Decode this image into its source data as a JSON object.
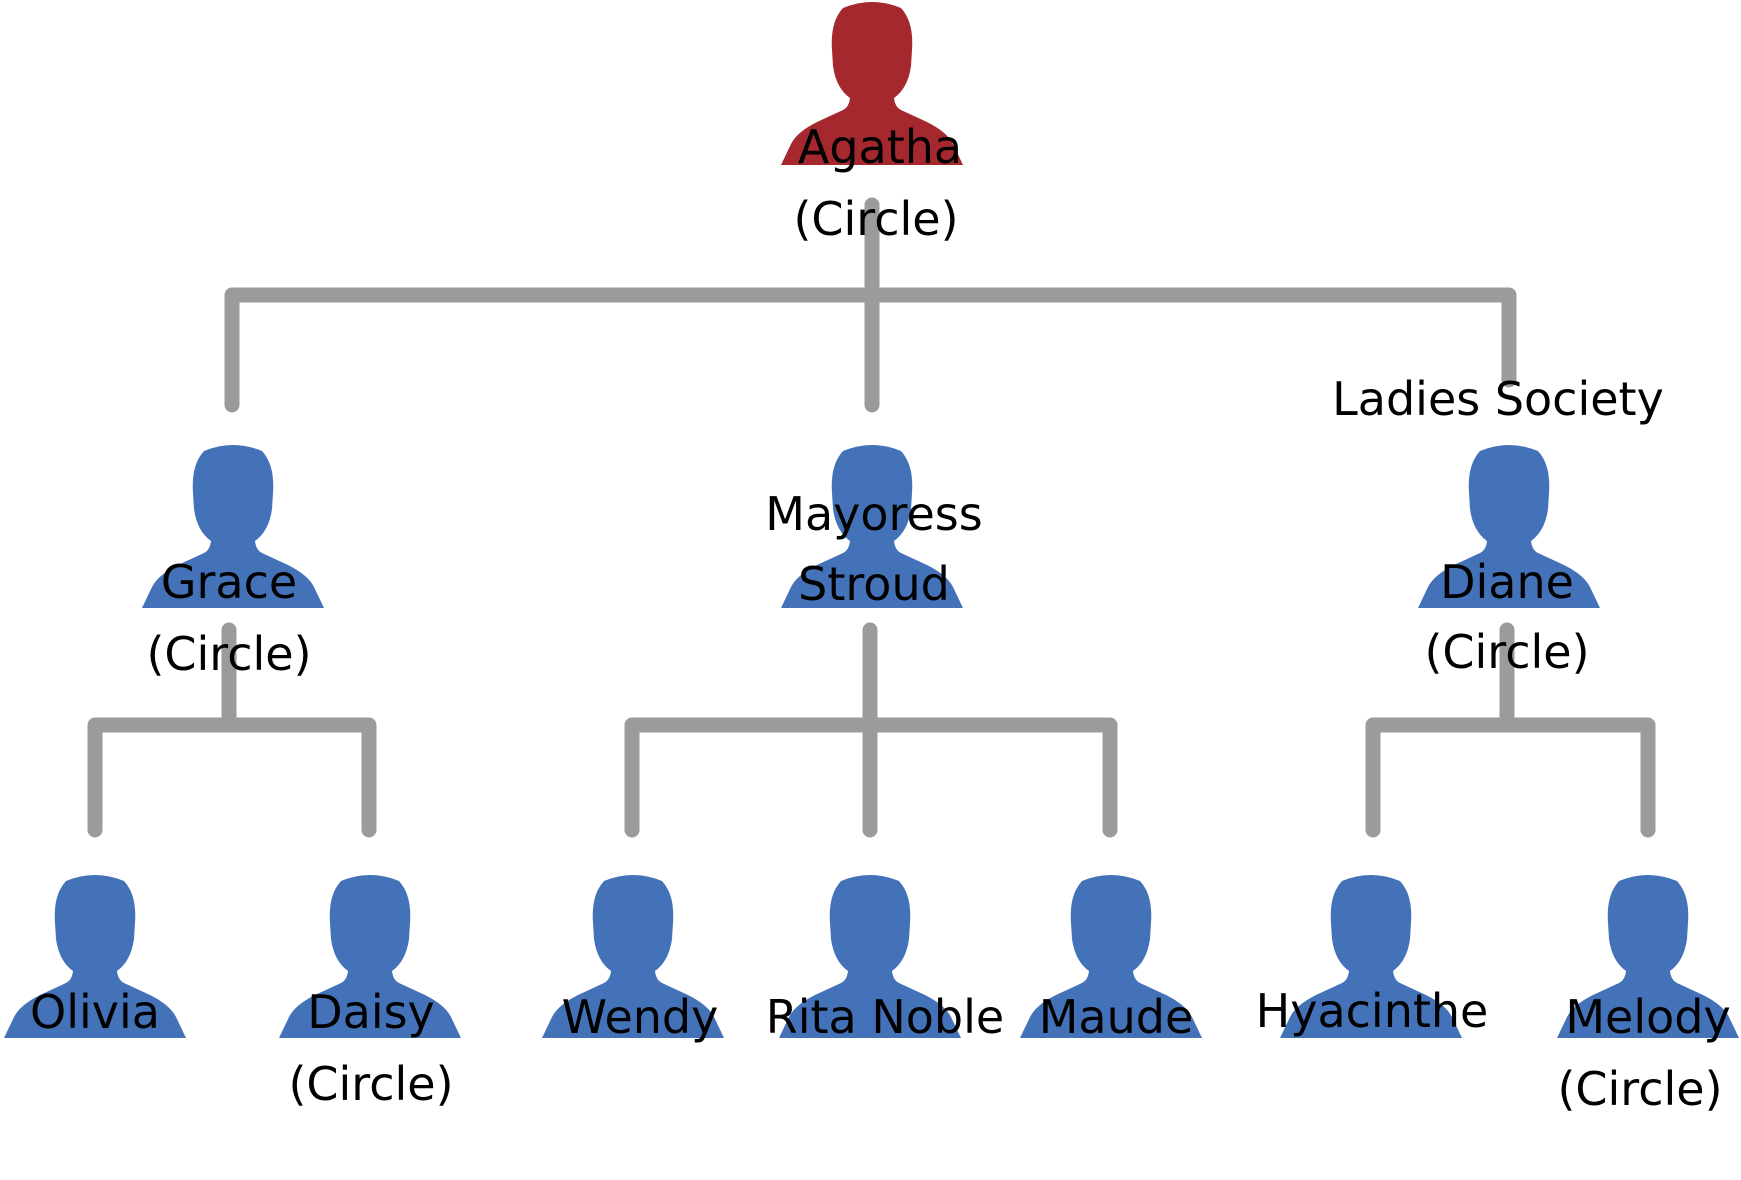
{
  "colors": {
    "root_person": "#A4282E",
    "person": "#4472B8",
    "connector": "#9B9B9B",
    "text": "#000000"
  },
  "group_label": "Ladies Society",
  "nodes": {
    "agatha": {
      "lines": [
        "Agatha",
        "(Circle)"
      ],
      "icon": "person-icon",
      "role": "root"
    },
    "grace": {
      "lines": [
        "Grace",
        "(Circle)"
      ],
      "icon": "person-icon"
    },
    "mayoress": {
      "lines": [
        "Mayoress",
        "Stroud"
      ],
      "icon": "person-icon"
    },
    "diane": {
      "lines": [
        "Diane",
        "(Circle)"
      ],
      "icon": "person-icon"
    },
    "olivia": {
      "lines": [
        "Olivia"
      ],
      "icon": "person-icon"
    },
    "daisy": {
      "lines": [
        "Daisy",
        "(Circle)"
      ],
      "icon": "person-icon"
    },
    "wendy": {
      "lines": [
        "Wendy"
      ],
      "icon": "person-icon"
    },
    "rita": {
      "lines": [
        "Rita Noble"
      ],
      "icon": "person-icon"
    },
    "maude": {
      "lines": [
        "Maude"
      ],
      "icon": "person-icon"
    },
    "hyacinthe": {
      "lines": [
        "Hyacinthe"
      ],
      "icon": "person-icon"
    },
    "melody": {
      "lines": [
        "Melody",
        "(Circle)"
      ],
      "icon": "person-icon"
    }
  }
}
